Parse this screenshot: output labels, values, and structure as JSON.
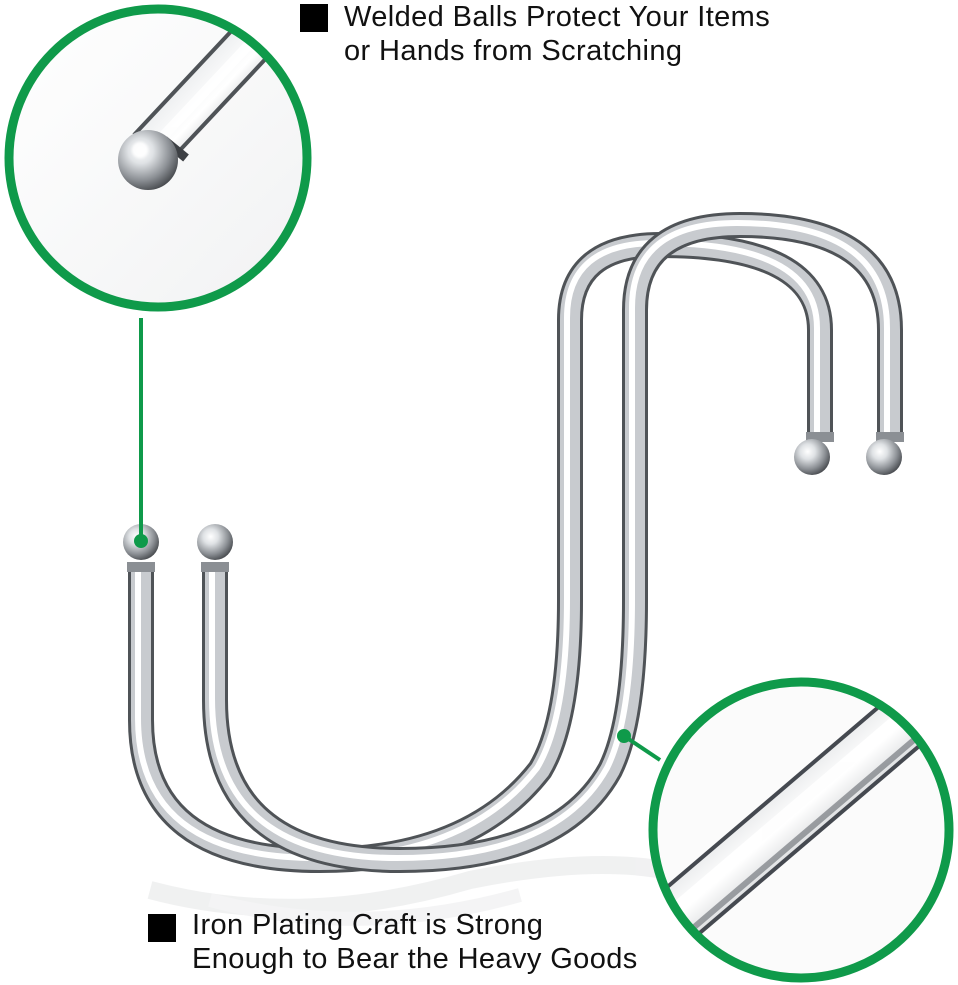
{
  "captions": {
    "top": {
      "line1": "Welded Balls Protect Your Items",
      "line2": "or Hands from Scratching"
    },
    "bottom": {
      "line1": "Iron Plating Craft is Strong",
      "line2": "Enough to Bear the Heavy Goods"
    }
  },
  "colors": {
    "accent_green": "#0f9a4a",
    "steel_dark": "#5f6368",
    "steel_mid": "#a9adb2",
    "steel_light": "#f4f5f6",
    "text": "#111111",
    "bullet": "#000000"
  },
  "icons": {
    "bullet": "black-square-bullet"
  }
}
